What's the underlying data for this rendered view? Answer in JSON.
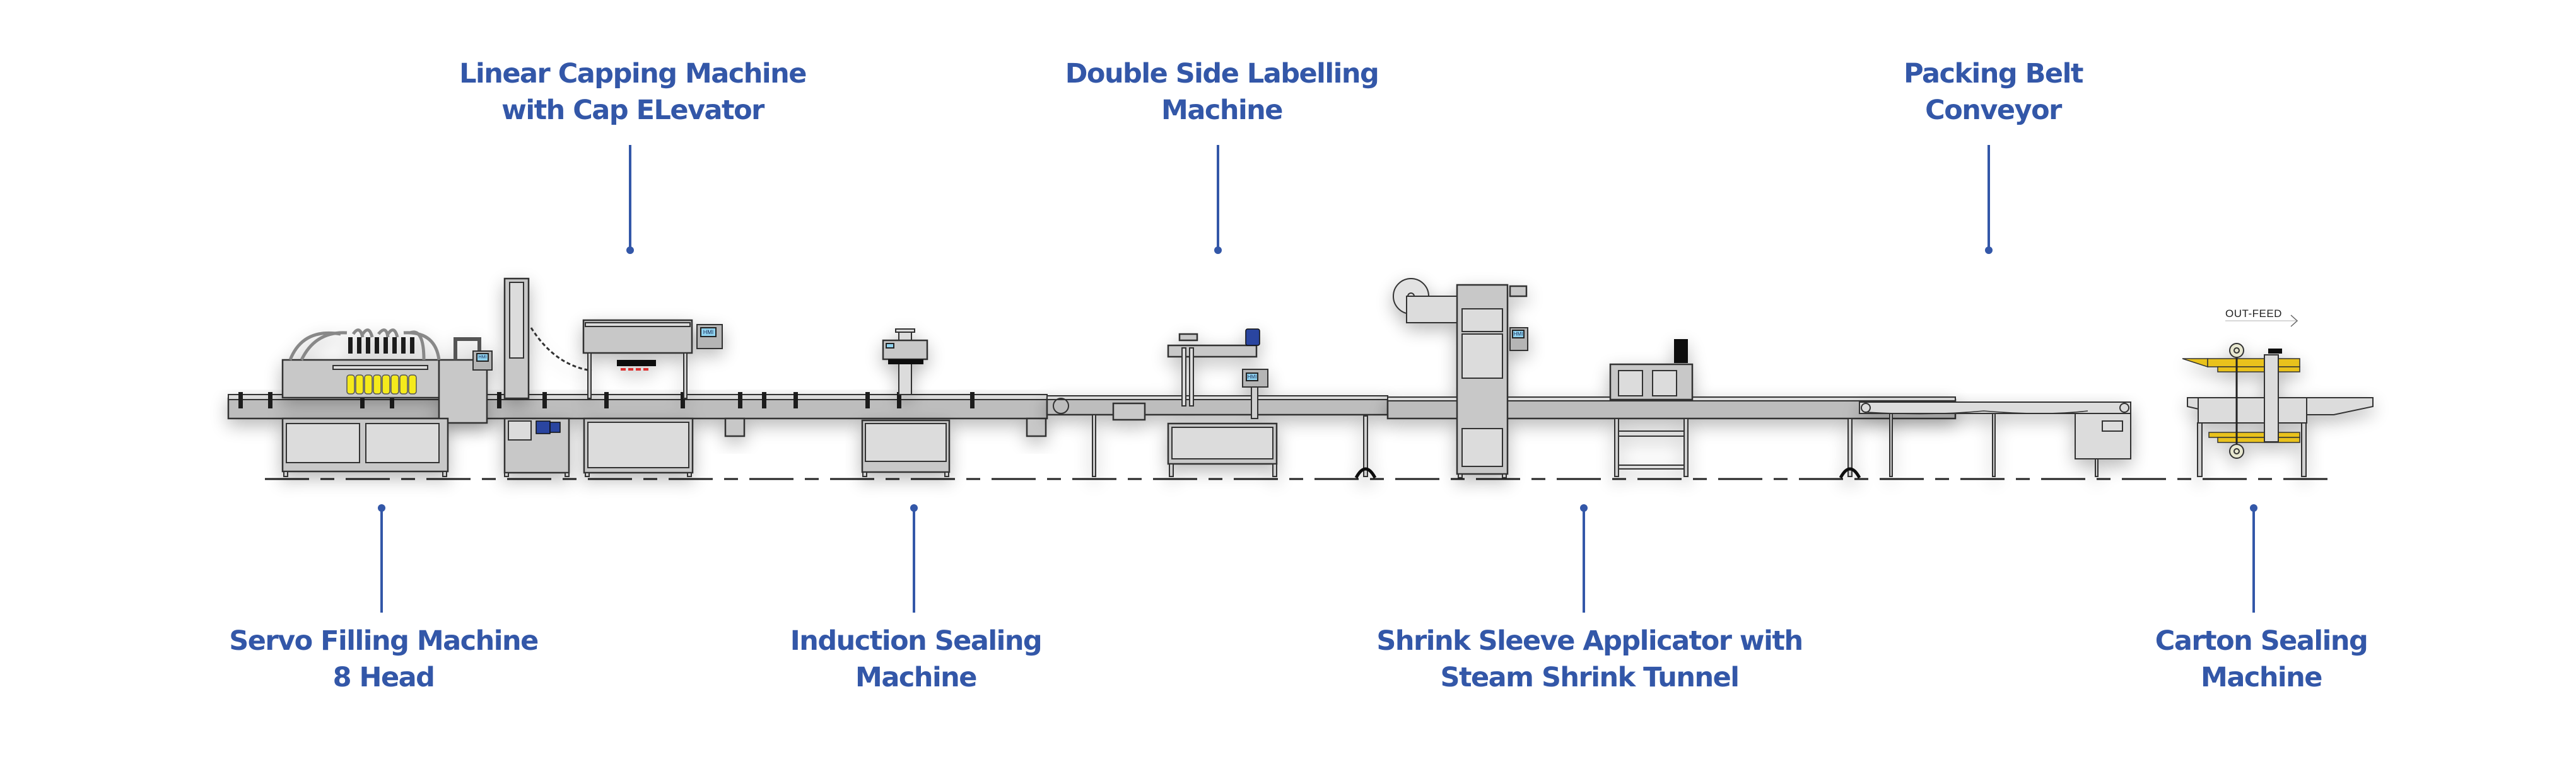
{
  "diagram": {
    "title": "Automatic bottle filling, capping, sealing, labelling, sleeving and packing line",
    "accent_color": "#3357a8",
    "labels_top": [
      {
        "id": "linear-capping",
        "line1": "Linear Capping Machine",
        "line2": "with Cap ELevator"
      },
      {
        "id": "double-side-labelling",
        "line1": "Double Side Labelling",
        "line2": "Machine"
      },
      {
        "id": "packing-belt",
        "line1": "Packing Belt",
        "line2": "Conveyor"
      }
    ],
    "labels_bottom": [
      {
        "id": "servo-filling",
        "line1": "Servo Filling Machine",
        "line2": "8 Head"
      },
      {
        "id": "induction-sealing",
        "line1": "Induction Sealing",
        "line2": "Machine"
      },
      {
        "id": "shrink-sleeve",
        "line1": "Shrink Sleeve Applicator with",
        "line2": "Steam Shrink Tunnel"
      },
      {
        "id": "carton-sealing",
        "line1": "Carton Sealing",
        "line2": "Machine"
      }
    ],
    "outfeed_label": "OUT-FEED",
    "hmi_text": "HMI",
    "bottle_color": "#f5ea1e",
    "tape_color": "#e9c21c",
    "motor_color": "#2c45a0"
  }
}
